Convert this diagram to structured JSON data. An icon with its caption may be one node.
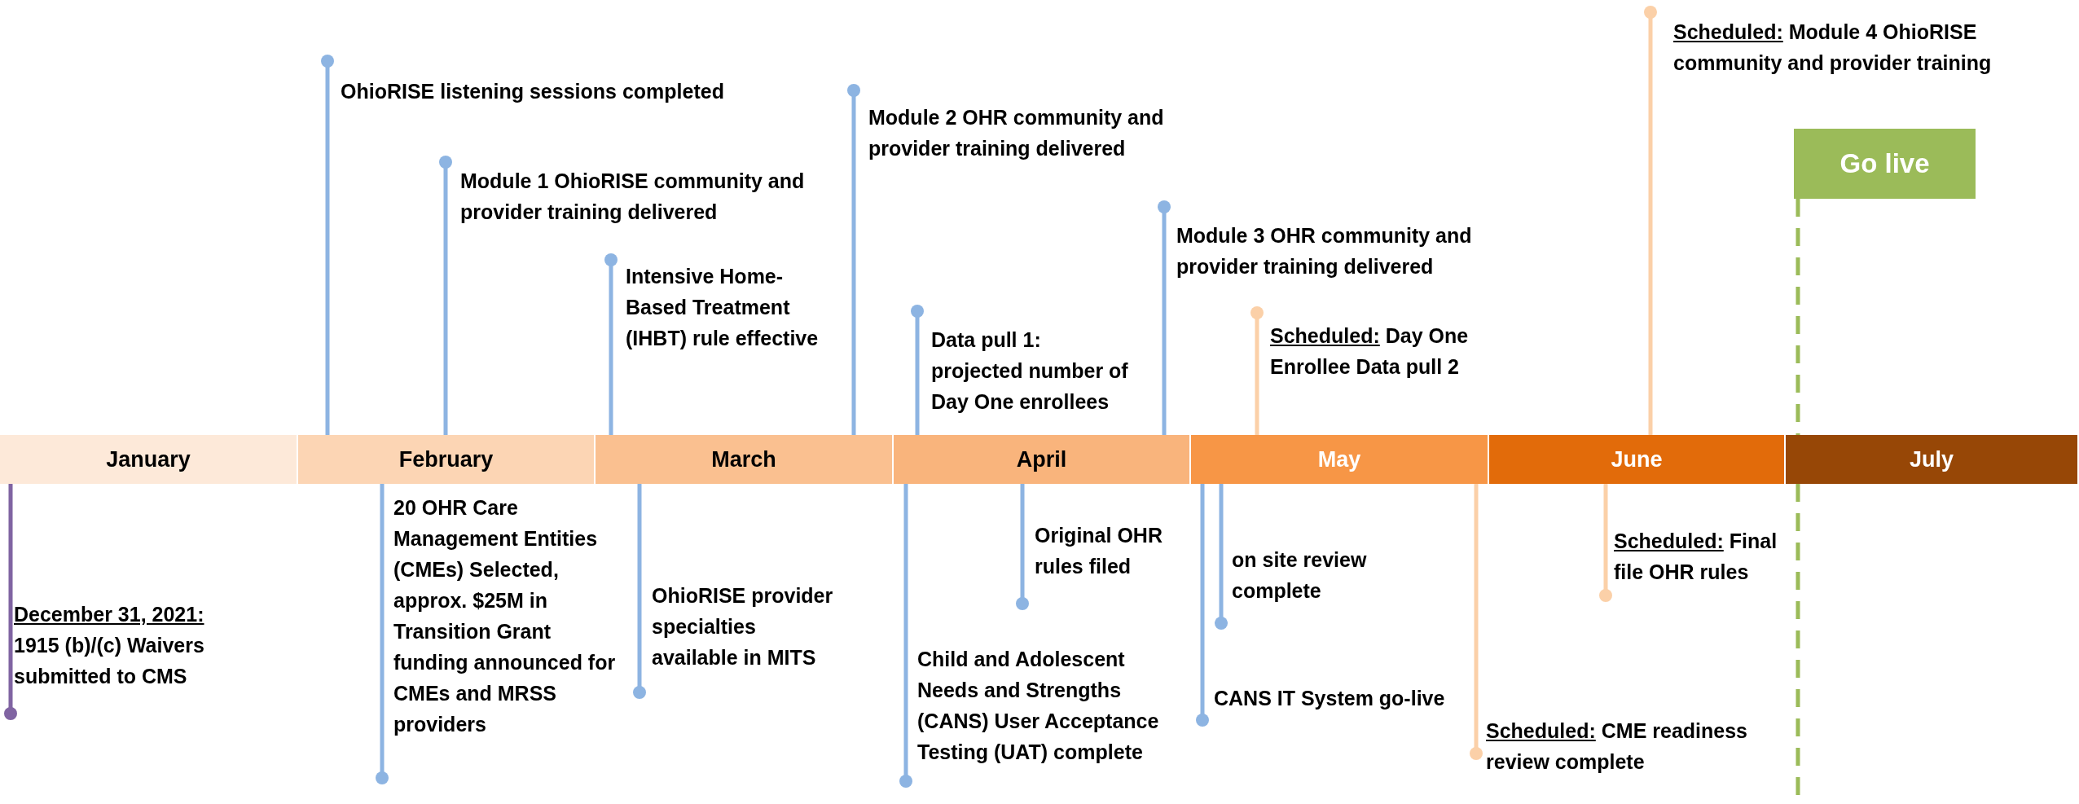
{
  "diagram": {
    "nodes": [
      {
        "text": [
          "January"
        ]
      },
      {
        "text": [
          "February"
        ]
      },
      {
        "text": [
          "March"
        ]
      },
      {
        "text": [
          "April"
        ]
      },
      {
        "text": [
          "May"
        ]
      },
      {
        "text": [
          "June"
        ]
      },
      {
        "text": [
          "July"
        ]
      },
      {
        "text": [
          "OhioRISE listening sessions completed"
        ]
      },
      {
        "text": [
          "Module 1 OhioRISE community and provider training delivered"
        ]
      },
      {
        "text": [
          "Intensive Home-Based Treatment (IHBT) rule effective"
        ]
      },
      {
        "text": [
          "Module 2 OHR community and provider training delivered"
        ]
      },
      {
        "text": [
          "Data pull 1: projected number of Day One enrollees"
        ]
      },
      {
        "text": [
          "Module 3 OHR community and provider training delivered"
        ]
      },
      {
        "text": [
          "Scheduled:",
          "Day One Enrollee Data pull 2"
        ]
      },
      {
        "text": [
          "Scheduled:",
          "Module 4 OhioRISE community and provider training"
        ]
      },
      {
        "text": [
          "Go live"
        ]
      },
      {
        "text": [
          "December 31, 2021:",
          "1915 (b)/(c) Waivers submitted to CMS"
        ]
      },
      {
        "text": [
          "20 OHR Care Management Entities (CMEs) Selected, approx. $25M in Transition Grant funding announced for CMEs and MRSS providers"
        ]
      },
      {
        "text": [
          "OhioRISE provider specialties available in MITS"
        ]
      },
      {
        "text": [
          "Child and Adolescent Needs and Strengths (CANS) User Acceptance Testing (UAT) complete"
        ]
      },
      {
        "text": [
          "Original OHR rules filed"
        ]
      },
      {
        "text": [
          "on site review complete"
        ]
      },
      {
        "text": [
          "CANS IT System go-live"
        ]
      },
      {
        "text": [
          "Scheduled:",
          "CME readiness review complete"
        ]
      },
      {
        "text": [
          "Scheduled:",
          "Final file OHR rules"
        ]
      }
    ],
    "edges": [
      {
        "from": 7,
        "to": 1,
        "arrow": "other"
      },
      {
        "from": 8,
        "to": 1,
        "arrow": "other"
      },
      {
        "from": 9,
        "to": 2,
        "arrow": "other"
      },
      {
        "from": 10,
        "to": 2,
        "arrow": "other"
      },
      {
        "from": 11,
        "to": 3,
        "arrow": "other"
      },
      {
        "from": 12,
        "to": 3,
        "arrow": "other"
      },
      {
        "from": 13,
        "to": 4,
        "arrow": "other",
        "color": "#fbd0a8"
      },
      {
        "from": 14,
        "to": 5,
        "arrow": "other",
        "color": "#fbd0a8"
      },
      {
        "from": 15,
        "to": 6,
        "arrow": "none",
        "style": "dashed",
        "color": "#9bbb59"
      },
      {
        "from": 16,
        "to": 0,
        "arrow": "other",
        "color": "#8064a2"
      },
      {
        "from": 17,
        "to": 1,
        "arrow": "other"
      },
      {
        "from": 18,
        "to": 2,
        "arrow": "other"
      },
      {
        "from": 19,
        "to": 3,
        "arrow": "other"
      },
      {
        "from": 20,
        "to": 3,
        "arrow": "other"
      },
      {
        "from": 21,
        "to": 4,
        "arrow": "other"
      },
      {
        "from": 22,
        "to": 4,
        "arrow": "other"
      },
      {
        "from": 23,
        "to": 4,
        "arrow": "other",
        "color": "#fbd0a8"
      },
      {
        "from": 24,
        "to": 5,
        "arrow": "other",
        "color": "#fbd0a8"
      }
    ]
  }
}
